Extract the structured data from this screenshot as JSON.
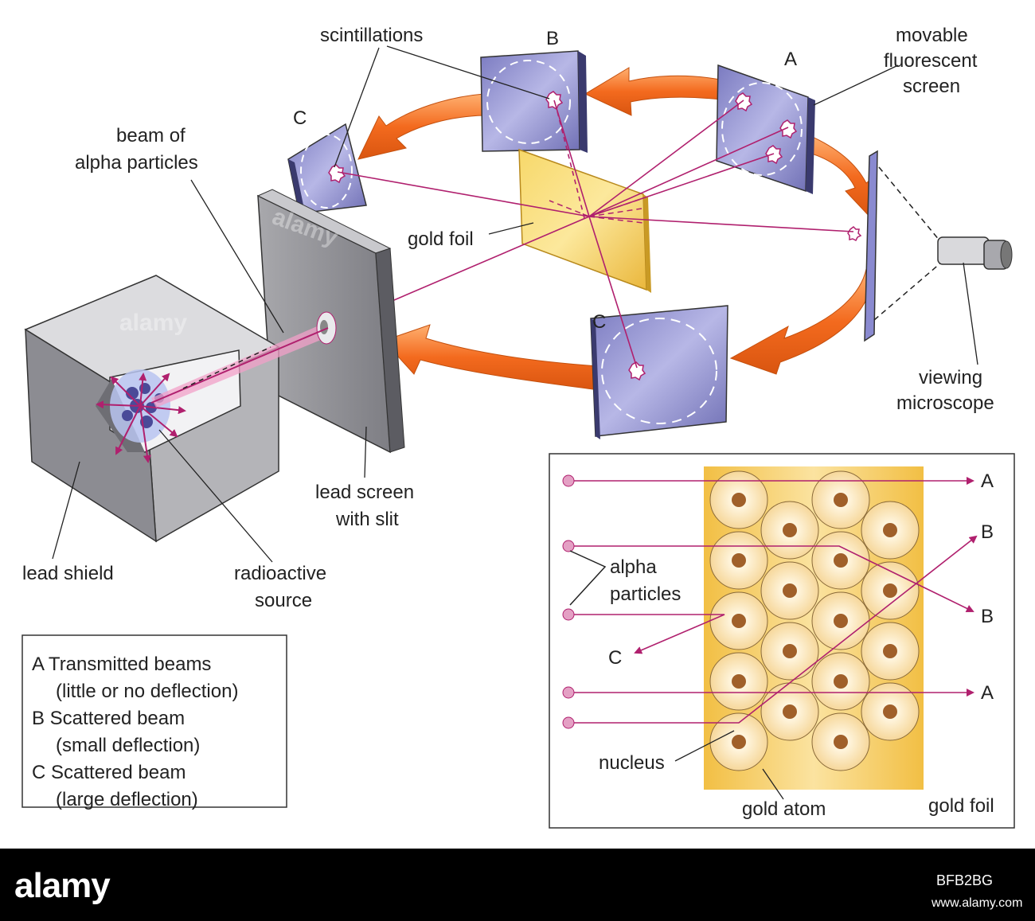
{
  "labels": {
    "scintillations": "scintillations",
    "screen_b": "B",
    "screen_a": "A",
    "screen_c_top": "C",
    "screen_c_bottom": "C",
    "movable_1": "movable",
    "movable_2": "fluorescent",
    "movable_3": "screen",
    "beam_1": "beam of",
    "beam_2": "alpha particles",
    "gold_foil": "gold foil",
    "viewing_1": "viewing",
    "viewing_2": "microscope",
    "lead_screen_1": "lead screen",
    "lead_screen_2": "with slit",
    "lead_shield": "lead shield",
    "radio_1": "radioactive",
    "radio_2": "source"
  },
  "legend": {
    "a_title": "A  Transmitted beams",
    "a_desc": "(little or no deflection)",
    "b_title": "B  Scattered beam",
    "b_desc": "(small deflection)",
    "c_title": "C  Scattered beam",
    "c_desc": "(large deflection)"
  },
  "inset": {
    "out_a1": "A",
    "out_b1": "B",
    "out_b2": "B",
    "out_c": "C",
    "out_a2": "A",
    "alpha_1": "alpha",
    "alpha_2": "particles",
    "nucleus": "nucleus",
    "gold_atom": "gold atom",
    "gold_foil": "gold foil"
  },
  "watermark": "alamy",
  "footer": {
    "logo": "alamy",
    "image_id": "BFB2BG",
    "url": "www.alamy.com"
  },
  "colors": {
    "beam": "#b0206e",
    "arrow": "#f07a2a",
    "screen": "#8f8fcf",
    "lead": "#9a9a9e",
    "foil": "#f2c84b",
    "nucleus": "#a0602a"
  }
}
